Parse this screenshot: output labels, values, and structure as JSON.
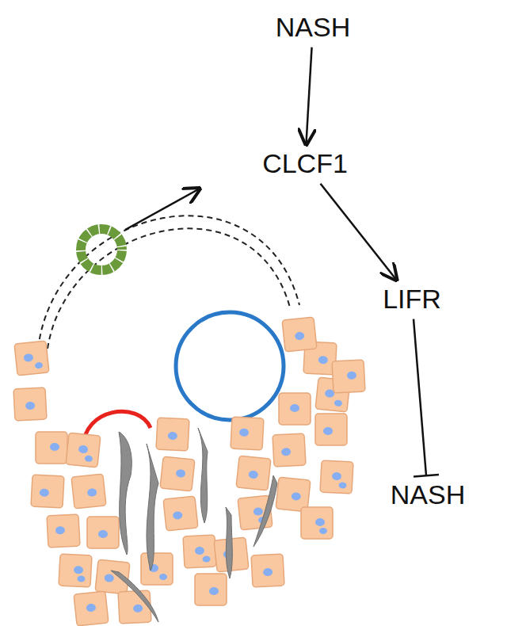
{
  "diagram": {
    "nodes": [
      {
        "text": [
          "NASH"
        ]
      },
      {
        "text": [
          "CLCF1"
        ]
      },
      {
        "text": [
          "LIFR"
        ]
      },
      {
        "text": [
          "NASH"
        ]
      }
    ],
    "edges": [
      {
        "from": 0,
        "to": 1,
        "arrow": "to"
      },
      {
        "from": 1,
        "to": 2,
        "arrow": "to"
      },
      {
        "from": 2,
        "to": 3,
        "arrow": "to"
      }
    ]
  }
}
